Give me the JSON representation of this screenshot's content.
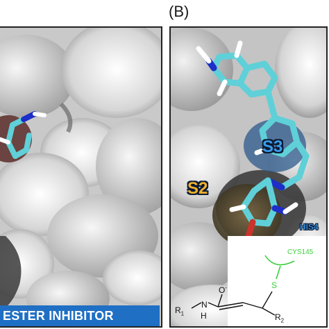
{
  "panel_b": {
    "label": "(B)",
    "site_s3": "S3",
    "site_s2": "S2",
    "residue_his": "HIS4",
    "residue_cys": "CYS145",
    "structure": {
      "r1": "R1",
      "r2": "R2",
      "nh": "N",
      "h": "H",
      "o_minus": "O",
      "s": "S"
    }
  },
  "panel_a": {
    "caption": "ESTER INHIBITOR"
  },
  "colors": {
    "caption_bar": "#1f6fc4",
    "s3_label": "#3b9bea",
    "s2_label": "#f2b12b",
    "ligand_carbon": "#5fd0d8",
    "nitrogen": "#1e2ec8",
    "cys_green": "#3ccf3c"
  }
}
